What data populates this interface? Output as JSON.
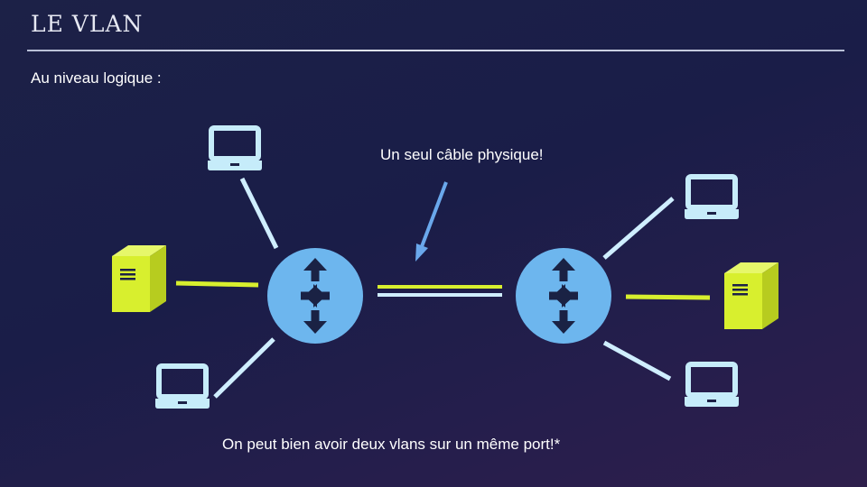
{
  "slide": {
    "title": "LE VLAN",
    "subtitle": "Au niveau logique :"
  },
  "annotations": {
    "cable_note": "Un seul câble physique!",
    "port_note": "On peut bien avoir deux vlans sur un même port!*"
  },
  "icons": {
    "device_1": "laptop-icon",
    "device_2": "server-icon",
    "device_3": "laptop-icon",
    "device_4": "router-icon",
    "device_5": "router-icon",
    "device_6": "laptop-icon",
    "device_7": "server-icon",
    "device_8": "laptop-icon"
  },
  "colors": {
    "background": "#1c2147",
    "vlan_a": "#d8ef2e",
    "vlan_b": "#cfeeff",
    "router": "#6db6ee",
    "device_light": "#c6ecfa",
    "arrow": "#6aa8ec",
    "text": "#ffffff"
  }
}
